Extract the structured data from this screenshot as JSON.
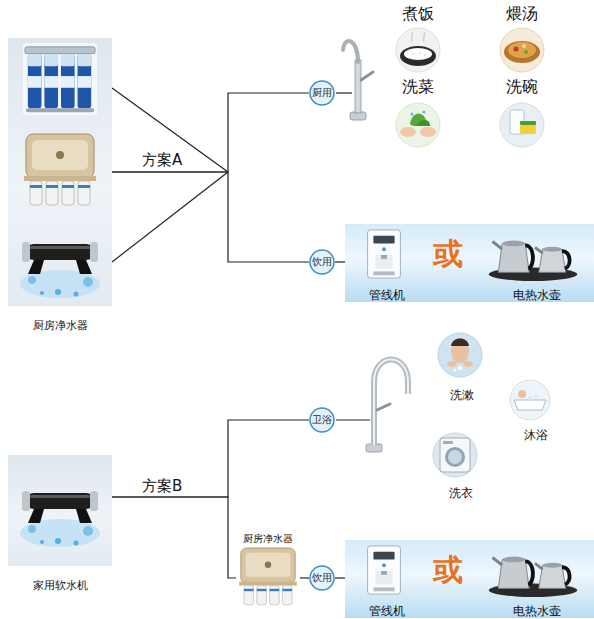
{
  "diagram": {
    "nodes": [
      {
        "text": [
          "厨房净水器"
        ]
      },
      {
        "text": [
          "厨用"
        ]
      },
      {
        "text": [
          "饮用"
        ]
      },
      {
        "text": [
          "或",
          "管线机",
          "电热水壶"
        ]
      },
      {
        "text": [
          "家用软水机"
        ]
      },
      {
        "text": [
          "卫浴"
        ]
      },
      {
        "text": [
          "厨房净水器"
        ]
      },
      {
        "text": [
          "饮用"
        ]
      },
      {
        "text": [
          "或",
          "管线机",
          "电热水壶"
        ]
      }
    ],
    "edges": [
      {
        "from": 0,
        "to": 1,
        "arrow": "none",
        "label": "方案A"
      },
      {
        "from": 0,
        "to": 2,
        "arrow": "none"
      },
      {
        "from": 2,
        "to": 3,
        "arrow": "none"
      },
      {
        "from": 4,
        "to": 5,
        "arrow": "none",
        "label": "方案B"
      },
      {
        "from": 4,
        "to": 6,
        "arrow": "none"
      },
      {
        "from": 6,
        "to": 7,
        "arrow": "none"
      },
      {
        "from": 7,
        "to": 8,
        "arrow": "none"
      }
    ],
    "labels": [
      "煮饭",
      "煨汤",
      "洗菜",
      "洗碗",
      "洗漱",
      "沐浴",
      "洗衣"
    ]
  }
}
